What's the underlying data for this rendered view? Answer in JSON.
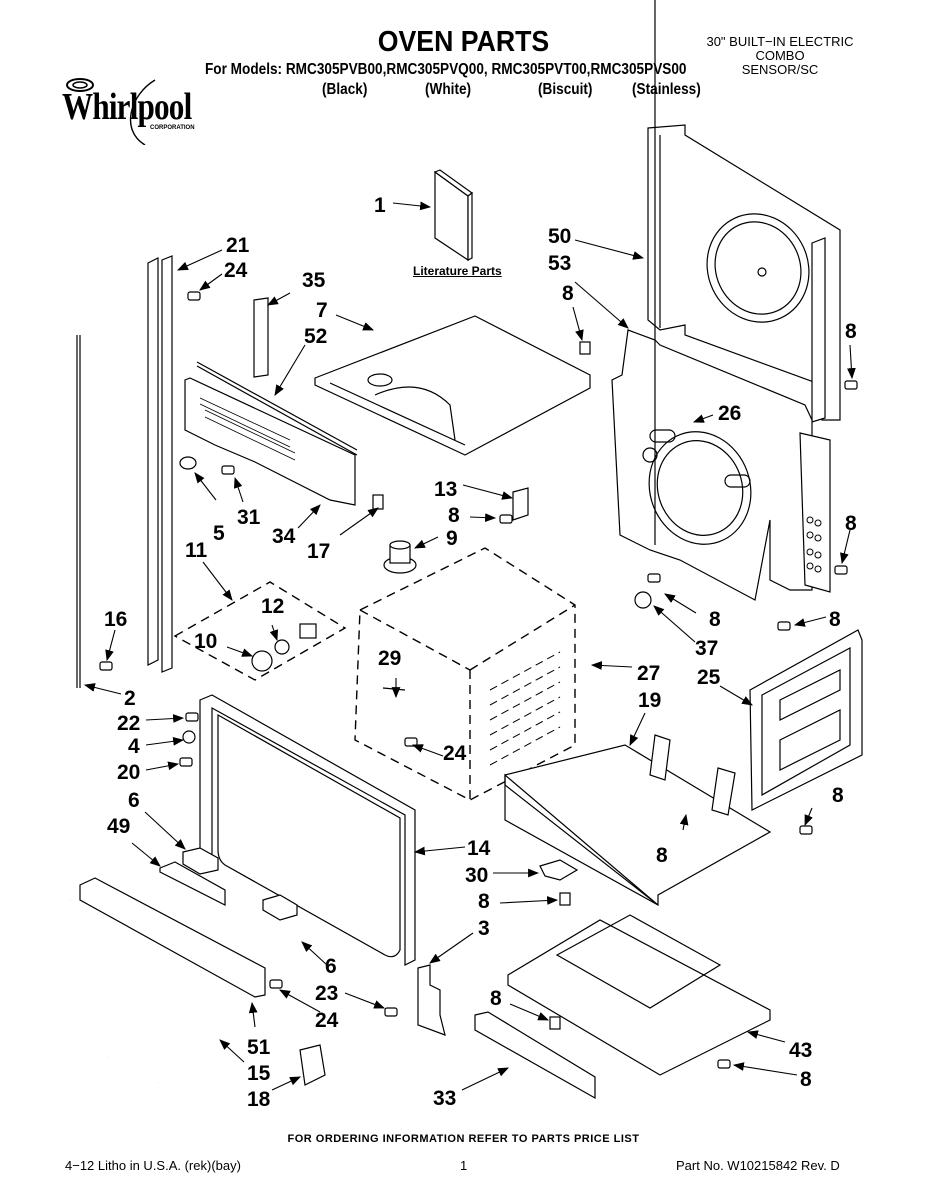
{
  "header": {
    "title": "OVEN PARTS",
    "models_line": "For Models: RMC305PVB00,RMC305PVQ00, RMC305PVT00,RMC305PVS00",
    "color_variants": [
      "(Black)",
      "(White)",
      "(Biscuit)",
      "(Stainless)"
    ],
    "product_type_lines": [
      "30\" BUILT−IN ELECTRIC",
      "COMBO",
      "SENSOR/SC"
    ]
  },
  "brand": {
    "name": "Whirlpool",
    "subtitle": "CORPORATION"
  },
  "literature_label": "Literature Parts",
  "callouts": [
    {
      "id": "c1",
      "label": "1"
    },
    {
      "id": "c21",
      "label": "21"
    },
    {
      "id": "c24a",
      "label": "24"
    },
    {
      "id": "c35",
      "label": "35"
    },
    {
      "id": "c7",
      "label": "7"
    },
    {
      "id": "c52",
      "label": "52"
    },
    {
      "id": "c50",
      "label": "50"
    },
    {
      "id": "c53",
      "label": "53"
    },
    {
      "id": "c8a",
      "label": "8"
    },
    {
      "id": "c8b",
      "label": "8"
    },
    {
      "id": "c26",
      "label": "26"
    },
    {
      "id": "c5",
      "label": "5"
    },
    {
      "id": "c31",
      "label": "31"
    },
    {
      "id": "c34",
      "label": "34"
    },
    {
      "id": "c13",
      "label": "13"
    },
    {
      "id": "c8c",
      "label": "8"
    },
    {
      "id": "c17",
      "label": "17"
    },
    {
      "id": "c9",
      "label": "9"
    },
    {
      "id": "c8d",
      "label": "8"
    },
    {
      "id": "c11",
      "label": "11"
    },
    {
      "id": "c12",
      "label": "12"
    },
    {
      "id": "c16",
      "label": "16"
    },
    {
      "id": "c10",
      "label": "10"
    },
    {
      "id": "c8e",
      "label": "8"
    },
    {
      "id": "c37",
      "label": "37"
    },
    {
      "id": "c8f",
      "label": "8"
    },
    {
      "id": "c29",
      "label": "29"
    },
    {
      "id": "c27",
      "label": "27"
    },
    {
      "id": "c2",
      "label": "2"
    },
    {
      "id": "c25",
      "label": "25"
    },
    {
      "id": "c19",
      "label": "19"
    },
    {
      "id": "c22",
      "label": "22"
    },
    {
      "id": "c4",
      "label": "4"
    },
    {
      "id": "c24b",
      "label": "24"
    },
    {
      "id": "c20",
      "label": "20"
    },
    {
      "id": "c8g",
      "label": "8"
    },
    {
      "id": "c6a",
      "label": "6"
    },
    {
      "id": "c49",
      "label": "49"
    },
    {
      "id": "c8h",
      "label": "8"
    },
    {
      "id": "c14",
      "label": "14"
    },
    {
      "id": "c30",
      "label": "30"
    },
    {
      "id": "c8i",
      "label": "8"
    },
    {
      "id": "c3",
      "label": "3"
    },
    {
      "id": "c6b",
      "label": "6"
    },
    {
      "id": "c23",
      "label": "23"
    },
    {
      "id": "c24c",
      "label": "24"
    },
    {
      "id": "c8j",
      "label": "8"
    },
    {
      "id": "c43",
      "label": "43"
    },
    {
      "id": "c51",
      "label": "51"
    },
    {
      "id": "c8k",
      "label": "8"
    },
    {
      "id": "c15",
      "label": "15"
    },
    {
      "id": "c18",
      "label": "18"
    },
    {
      "id": "c33",
      "label": "33"
    }
  ],
  "footer": {
    "ordering_note": "FOR ORDERING INFORMATION REFER TO PARTS PRICE LIST",
    "litho": "4−12 Litho in U.S.A. (rek)(bay)",
    "page_number": "1",
    "part_number": "Part No. W10215842 Rev. D"
  }
}
